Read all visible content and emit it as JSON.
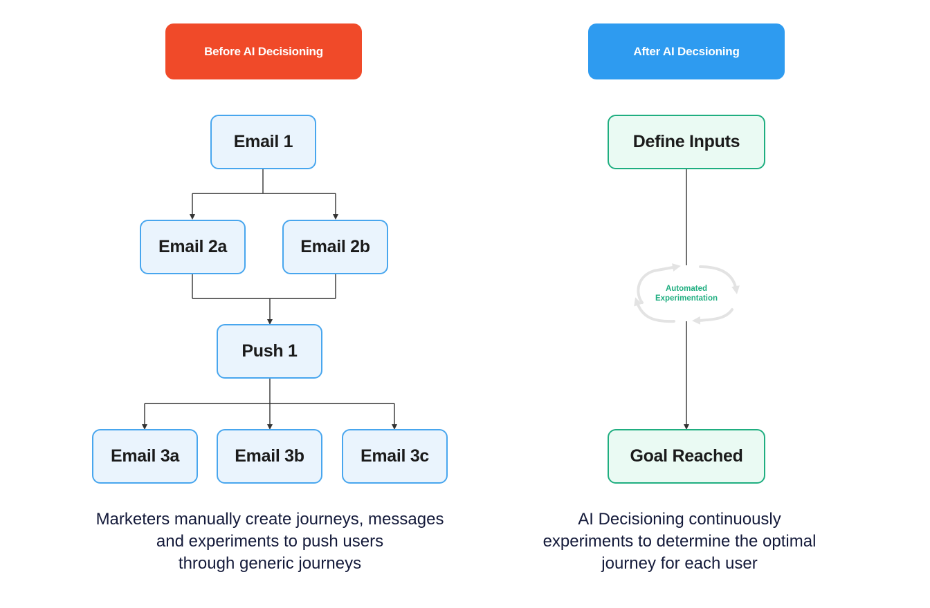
{
  "before": {
    "header": "Before AI Decisioning",
    "nodes": {
      "email1": "Email 1",
      "email2a": "Email 2a",
      "email2b": "Email 2b",
      "push1": "Push 1",
      "email3a": "Email 3a",
      "email3b": "Email 3b",
      "email3c": "Email 3c"
    },
    "caption": [
      "Marketers manually create journeys, messages",
      "and experiments to push users",
      "through generic journeys"
    ]
  },
  "after": {
    "header": "After AI Decsioning",
    "nodes": {
      "define_inputs": "Define Inputs",
      "goal_reached": "Goal Reached"
    },
    "loop_label": [
      "Automated",
      "Experimentation"
    ],
    "caption": [
      "AI Decisioning continuously",
      "experiments to determine the optimal",
      "journey for each user"
    ]
  },
  "colors": {
    "before_header": "#f04a29",
    "after_header": "#2e9bf0",
    "blue_node_border": "#48a6ee",
    "blue_node_fill": "#eaf4fd",
    "green_node_border": "#1fae80",
    "green_node_fill": "#eafaf3",
    "loop_arrow": "#e3e3e3"
  }
}
